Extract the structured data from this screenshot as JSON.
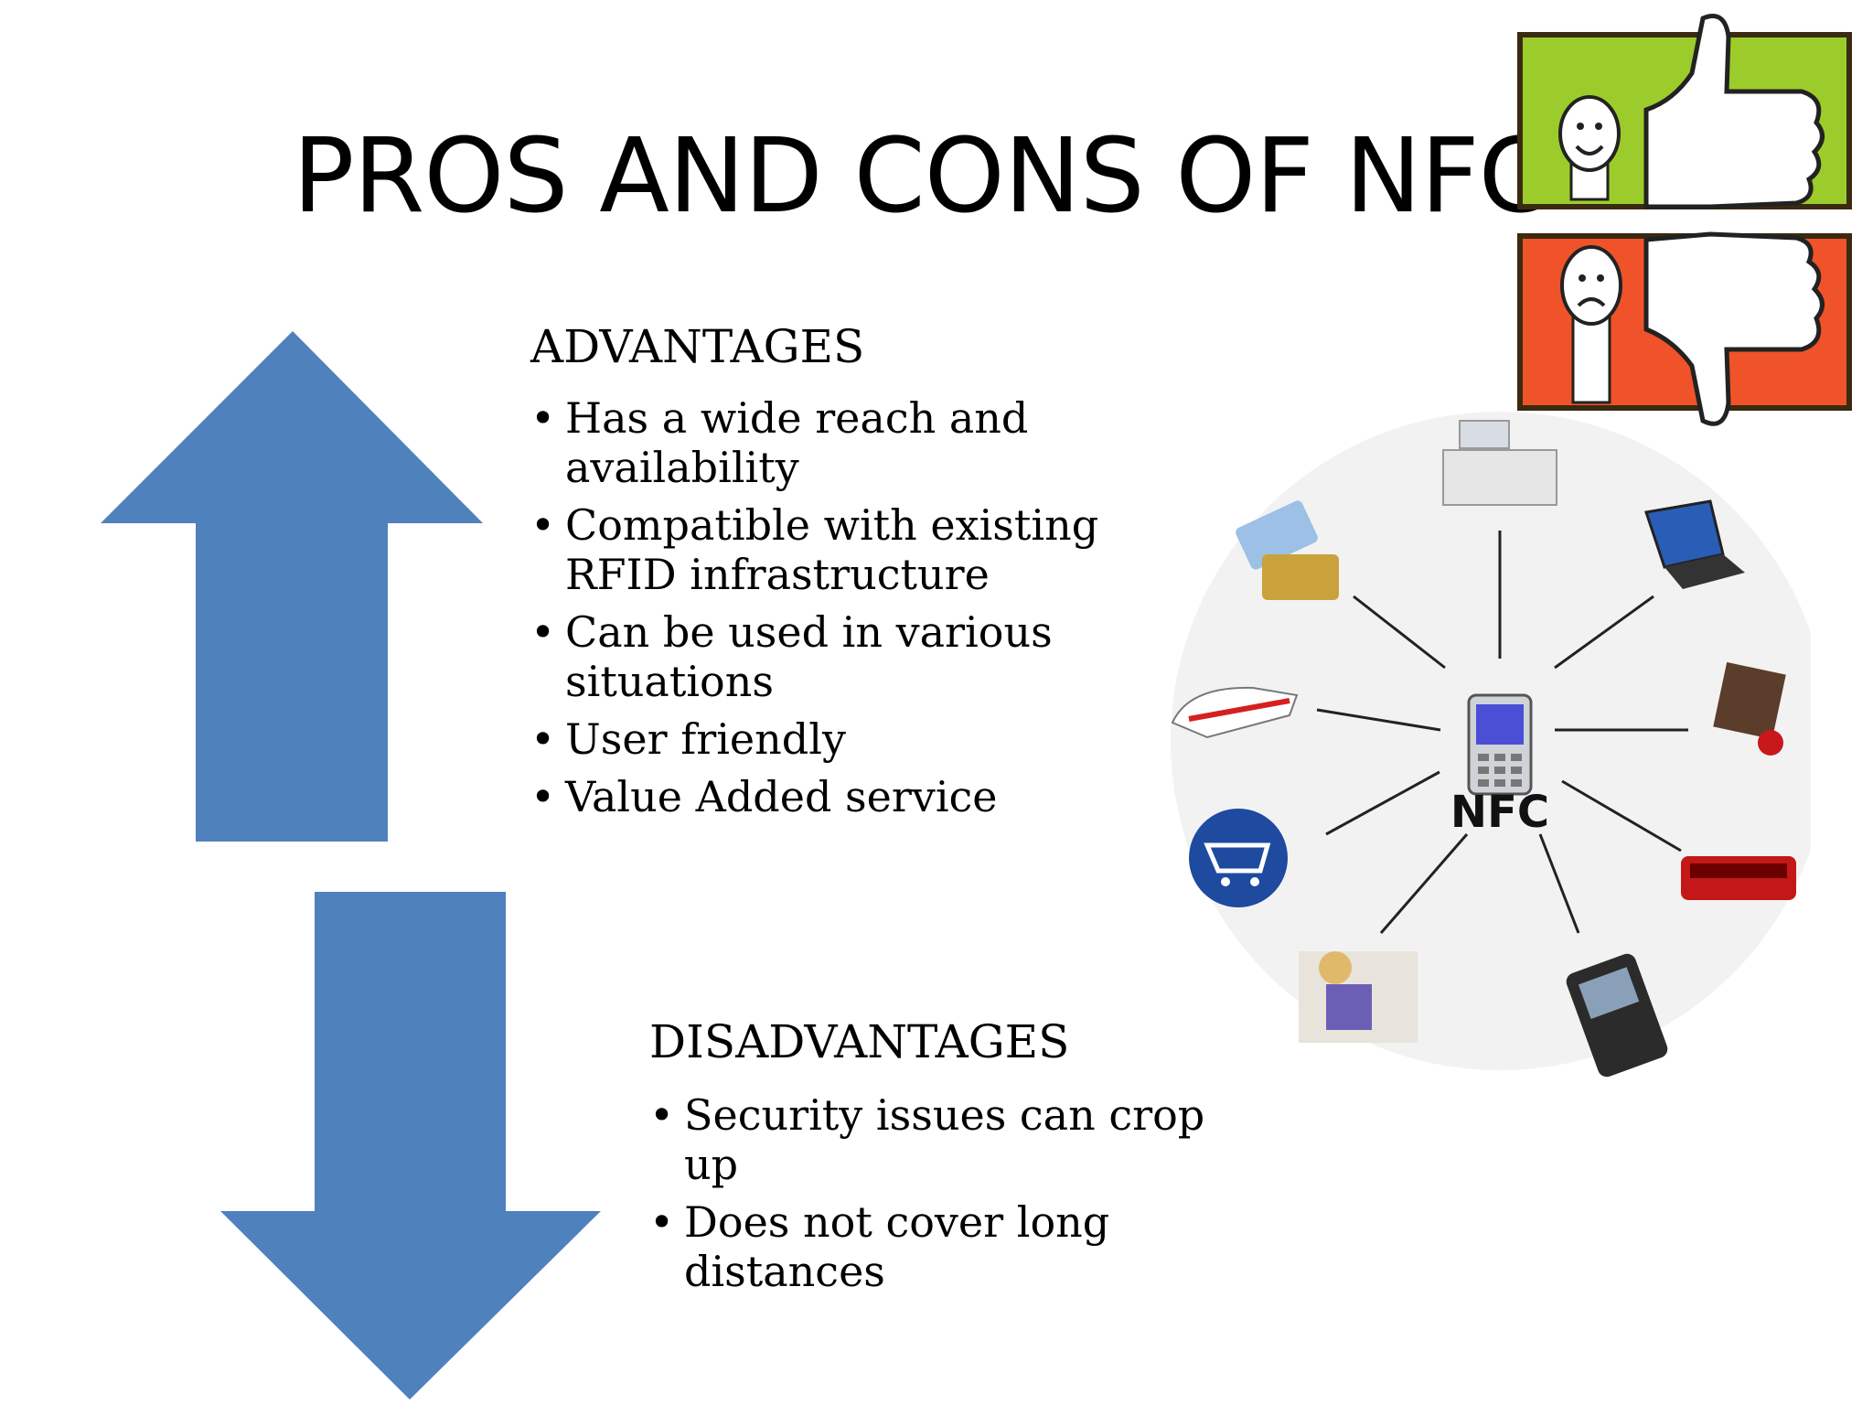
{
  "slide": {
    "title": "PROS AND CONS OF NFC",
    "advantages": {
      "heading": "ADVANTAGES",
      "items": [
        "Has a wide reach and availability",
        "Compatible with existing RFID infrastructure",
        "Can be used in various situations",
        "User friendly",
        "Value Added service"
      ]
    },
    "disadvantages": {
      "heading": "DISADVANTAGES",
      "items": [
        "Security issues can crop up",
        "Does not cover long distances"
      ]
    },
    "diagram": {
      "center_label": "NFC"
    }
  },
  "colors": {
    "arrow": "#4f81bd",
    "thumbs_up_bg": "#9ccc2b",
    "thumbs_down_bg": "#f0532a"
  }
}
